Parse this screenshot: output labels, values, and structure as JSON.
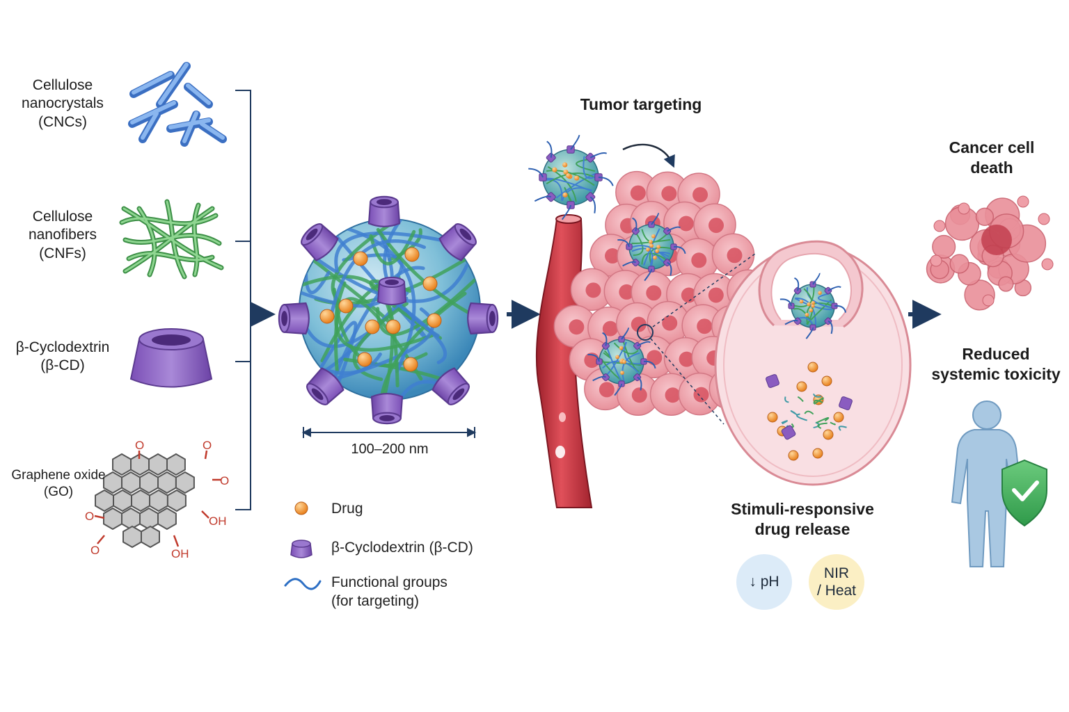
{
  "materials": [
    {
      "id": "cnc",
      "lines": [
        "Cellulose",
        "nanocrystals",
        "(CNCs)"
      ]
    },
    {
      "id": "cnf",
      "lines": [
        "Cellulose",
        "nanofibers",
        "(CNFs)"
      ]
    },
    {
      "id": "bcd",
      "lines": [
        "β-Cyclodextrin",
        "(β-CD)"
      ]
    },
    {
      "id": "go",
      "lines": [
        "Graphene oxide",
        "(GO)"
      ],
      "atoms": {
        "oxygen": "O",
        "hydroxyl": "OH"
      }
    }
  ],
  "nanoparticle": {
    "size": "100–200 nm"
  },
  "legend": {
    "drug": "Drug",
    "cyclodextrin": "β-Cyclodextrin (β-CD)",
    "functional": [
      "Functional groups",
      "(for targeting)"
    ]
  },
  "tumor": {
    "title": "Tumor targeting"
  },
  "release": {
    "title": [
      "Stimuli-responsive",
      "drug release"
    ],
    "ph": "↓ pH",
    "nir": [
      "NIR",
      "/ Heat"
    ]
  },
  "outcomes": {
    "death": [
      "Cancer cell",
      "death"
    ],
    "toxicity": [
      "Reduced",
      "systemic toxicity"
    ]
  },
  "colors": {
    "cnc": "#5b8fd8",
    "cnf": "#4fae5a",
    "cd": "#8a5cc0",
    "drug": "#f0902a",
    "tumor": "#e9909a",
    "vessel": "#c0303a",
    "arrow": "#1f3a5f",
    "ph_bg": "#dcebf8",
    "nir_bg": "#fbefc4",
    "shield": "#4bb363",
    "human": "#a9c8e2"
  }
}
